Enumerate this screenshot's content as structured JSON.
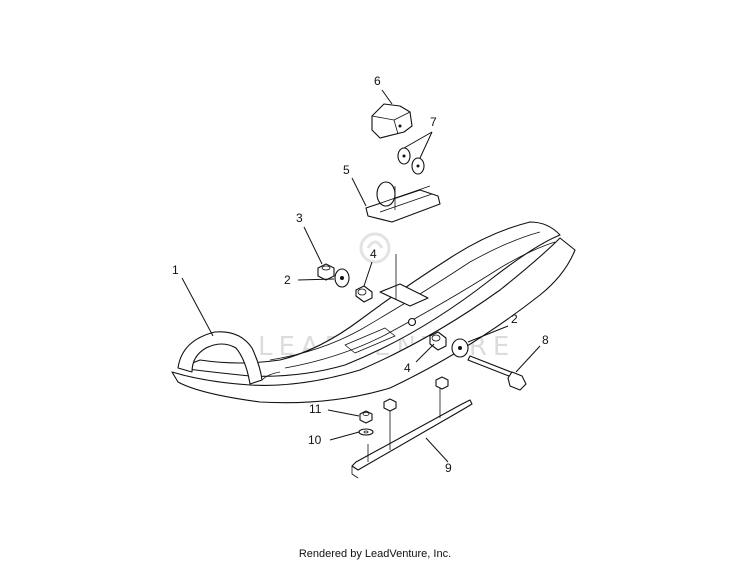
{
  "callouts": {
    "c1": "1",
    "c2a": "2",
    "c2b": "2",
    "c3": "3",
    "c4a": "4",
    "c4b": "4",
    "c5": "5",
    "c6": "6",
    "c7": "7",
    "c8": "8",
    "c9": "9",
    "c10": "10",
    "c11": "11"
  },
  "watermark": "LEADVENTURE",
  "footer": "Rendered by LeadVenture, Inc."
}
